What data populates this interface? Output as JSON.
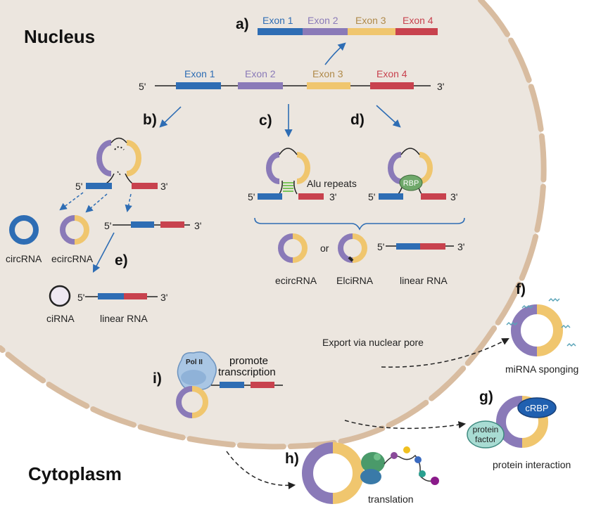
{
  "headings": {
    "nucleus": "Nucleus",
    "cytoplasm": "Cytoplasm"
  },
  "panels": {
    "a": "a)",
    "b": "b)",
    "c": "c)",
    "d": "d)",
    "e": "e)",
    "f": "f)",
    "g": "g)",
    "h": "h)",
    "i": "i)"
  },
  "exons": [
    "Exon 1",
    "Exon 2",
    "Exon 3",
    "Exon 4"
  ],
  "ends": {
    "five": "5'",
    "three": "3'"
  },
  "labels": {
    "circRNA": "circRNA",
    "ecircRNA": "ecircRNA",
    "ciRNA": "ciRNA",
    "linear_rna": "linear RNA",
    "alu_repeats": "Alu repeats",
    "rbp": "RBP",
    "or": "or",
    "elcirna": "ElciRNA",
    "export": "Export via nuclear pore",
    "mirna_sponging": "miRNA sponging",
    "crbp": "cRBP",
    "protein_factor_1": "protein",
    "protein_factor_2": "factor",
    "protein_interaction": "protein interaction",
    "translation": "translation",
    "pol2": "Pol II",
    "promote_1": "promote",
    "promote_2": "transcription"
  },
  "colors": {
    "exon1": "#2e6db4",
    "exon2": "#8a7ab8",
    "exon3": "#f0c66e",
    "exon4": "#c8424e",
    "nucleus_fill": "#ece6df",
    "envelope": "#d8bca0",
    "arrow": "#2e6db4"
  }
}
